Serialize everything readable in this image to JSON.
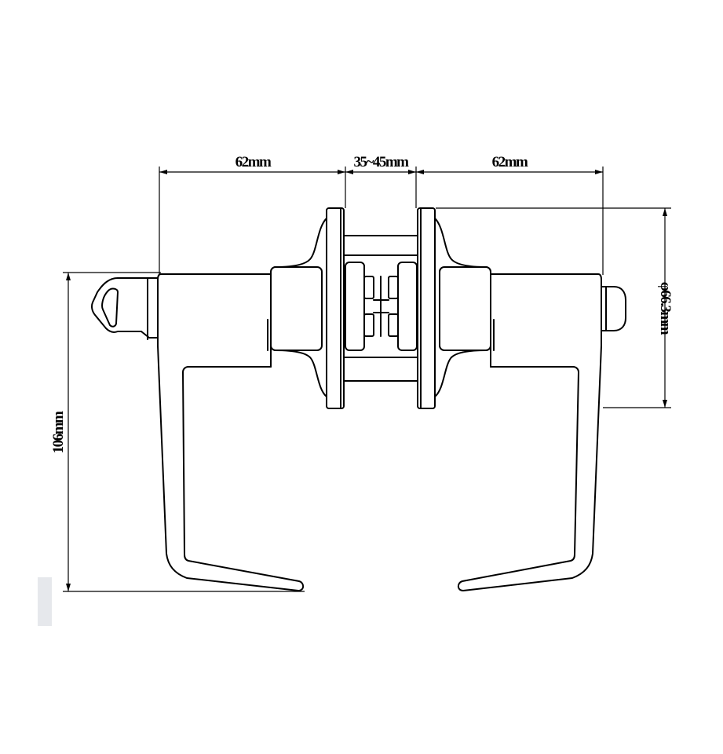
{
  "dimensions": {
    "left_depth": "62mm",
    "door_thickness": "35~45mm",
    "right_depth": "62mm",
    "rose_diameter": "φ66.3mm",
    "lever_height": "106mm"
  },
  "colors": {
    "line": "#000000",
    "background": "#ffffff",
    "side_marker": "#e6e8ec"
  }
}
